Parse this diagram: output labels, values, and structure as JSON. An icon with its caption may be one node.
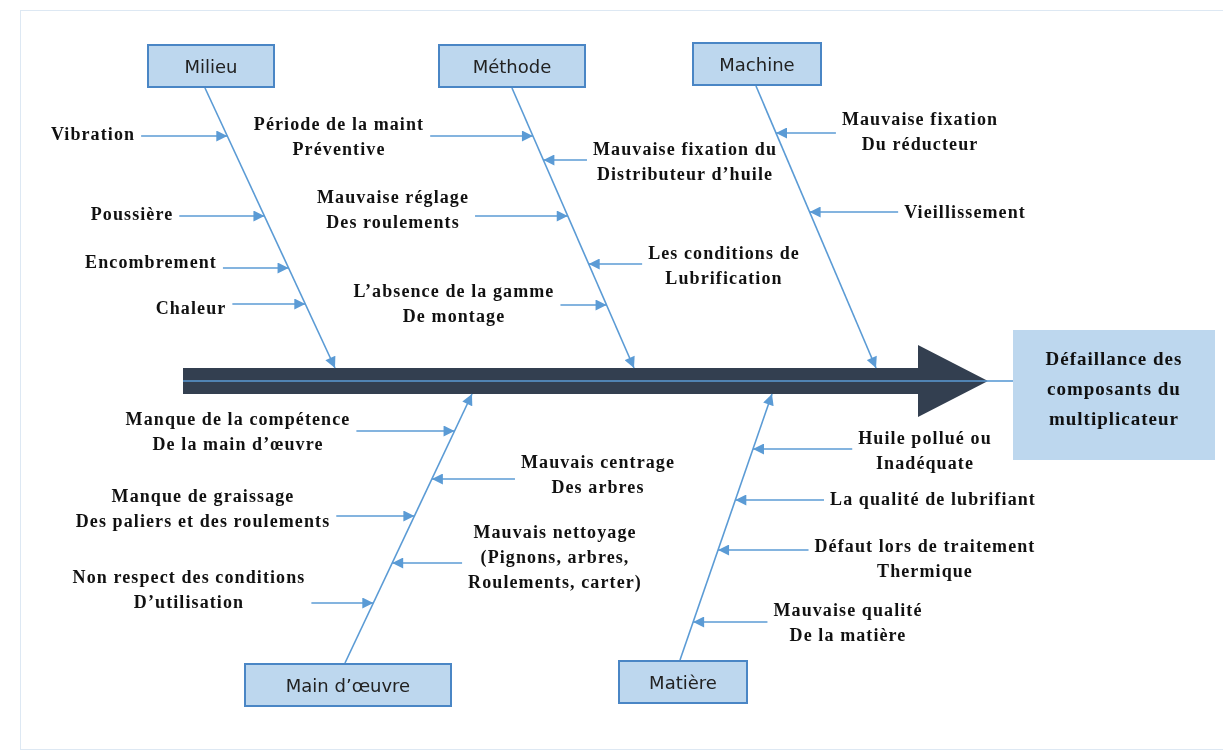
{
  "diagram": {
    "nodes": [
      {
        "text": [
          "Milieu"
        ]
      },
      {
        "text": [
          "Méthode"
        ]
      },
      {
        "text": [
          "Machine"
        ]
      },
      {
        "text": [
          "Main d’œuvre"
        ]
      },
      {
        "text": [
          "Matière"
        ]
      },
      {
        "text": [
          "Défaillance des composants du multiplicateur"
        ]
      },
      {
        "text": [
          "Vibration"
        ]
      },
      {
        "text": [
          "Poussière"
        ]
      },
      {
        "text": [
          "Encombrement"
        ]
      },
      {
        "text": [
          "Chaleur"
        ]
      },
      {
        "text": [
          "Période de la maint Préventive"
        ]
      },
      {
        "text": [
          "Mauvaise fixation du Distributeur d’huile"
        ]
      },
      {
        "text": [
          "Mauvaise réglage Des roulements"
        ]
      },
      {
        "text": [
          "Les conditions de Lubrification"
        ]
      },
      {
        "text": [
          "L’absence de la gamme De montage"
        ]
      },
      {
        "text": [
          "Mauvaise fixation Du réducteur"
        ]
      },
      {
        "text": [
          "Vieillissement"
        ]
      },
      {
        "text": [
          "Manque de la compétence De la main d’œuvre"
        ]
      },
      {
        "text": [
          "Mauvais centrage Des arbres"
        ]
      },
      {
        "text": [
          "Manque de graissage Des paliers et des roulements"
        ]
      },
      {
        "text": [
          "Mauvais nettoyage (Pignons, arbres, Roulements, carter)"
        ]
      },
      {
        "text": [
          "Non respect des conditions D’utilisation"
        ]
      },
      {
        "text": [
          "Huile pollué ou Inadéquate"
        ]
      },
      {
        "text": [
          "La qualité de lubrifiant"
        ]
      },
      {
        "text": [
          "Défaut lors de traitement Thermique"
        ]
      },
      {
        "text": [
          "Mauvaise qualité De la matière"
        ]
      },
      {
        "text": [],
        "shape": "arrow"
      },
      {
        "text": [],
        "shape": "arrow"
      },
      {
        "text": [],
        "shape": "arrow"
      },
      {
        "text": [],
        "shape": "arrow"
      },
      {
        "text": [],
        "shape": "arrow"
      },
      {
        "text": [],
        "shape": "arrow"
      }
    ],
    "edges": [
      {
        "from": 6,
        "to": 27,
        "arrow": "to"
      },
      {
        "from": 7,
        "to": 27,
        "arrow": "to"
      },
      {
        "from": 8,
        "to": 27,
        "arrow": "to"
      },
      {
        "from": 9,
        "to": 27,
        "arrow": "to"
      },
      {
        "from": 10,
        "to": 29,
        "arrow": "to"
      },
      {
        "from": 11,
        "to": 29,
        "arrow": "to"
      },
      {
        "from": 12,
        "to": 29,
        "arrow": "to"
      },
      {
        "from": 13,
        "to": 29,
        "arrow": "to"
      },
      {
        "from": 14,
        "to": 29,
        "arrow": "to"
      },
      {
        "from": 15,
        "to": 31,
        "arrow": "to"
      },
      {
        "from": 16,
        "to": 31,
        "arrow": "to"
      },
      {
        "from": 17,
        "to": 28,
        "arrow": "to"
      },
      {
        "from": 18,
        "to": 28,
        "arrow": "to"
      },
      {
        "from": 19,
        "to": 28,
        "arrow": "to"
      },
      {
        "from": 20,
        "to": 28,
        "arrow": "to"
      },
      {
        "from": 21,
        "to": 28,
        "arrow": "to"
      },
      {
        "from": 22,
        "to": 30,
        "arrow": "to"
      },
      {
        "from": 23,
        "to": 30,
        "arrow": "to"
      },
      {
        "from": 24,
        "to": 30,
        "arrow": "to"
      },
      {
        "from": 25,
        "to": 30,
        "arrow": "to"
      },
      {
        "from": 26,
        "to": 5,
        "arrow": "none"
      },
      {
        "from": 0,
        "to": 26,
        "arrow": "to"
      },
      {
        "from": 1,
        "to": 26,
        "arrow": "to"
      },
      {
        "from": 2,
        "to": 26,
        "arrow": "to"
      },
      {
        "from": 3,
        "to": 26,
        "arrow": "to"
      },
      {
        "from": 4,
        "to": 26,
        "arrow": "to"
      }
    ]
  }
}
